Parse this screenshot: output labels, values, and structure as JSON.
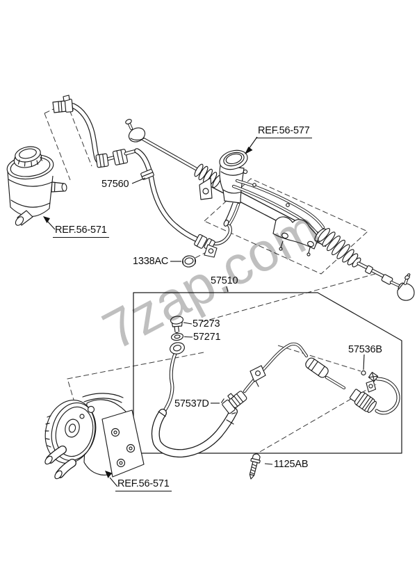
{
  "watermark": {
    "text": "7zap.com",
    "color": "rgba(128,128,128,0.5)"
  },
  "colors": {
    "line": "#1c1c1c",
    "background": "#ffffff"
  },
  "diagram": {
    "labels": {
      "ref_56_577": "REF.56-577",
      "hose_57560": "57560",
      "ref_56_571_top": "REF.56-571",
      "grommet_1338AC": "1338AC",
      "assembly_57510": "57510",
      "bolt_57273": "57273",
      "washer_57271": "57271",
      "oring_57536B": "57536B",
      "union_57537D": "57537D",
      "bolt_1125AB": "1125AB",
      "ref_56_571_bottom": "REF.56-571"
    }
  }
}
